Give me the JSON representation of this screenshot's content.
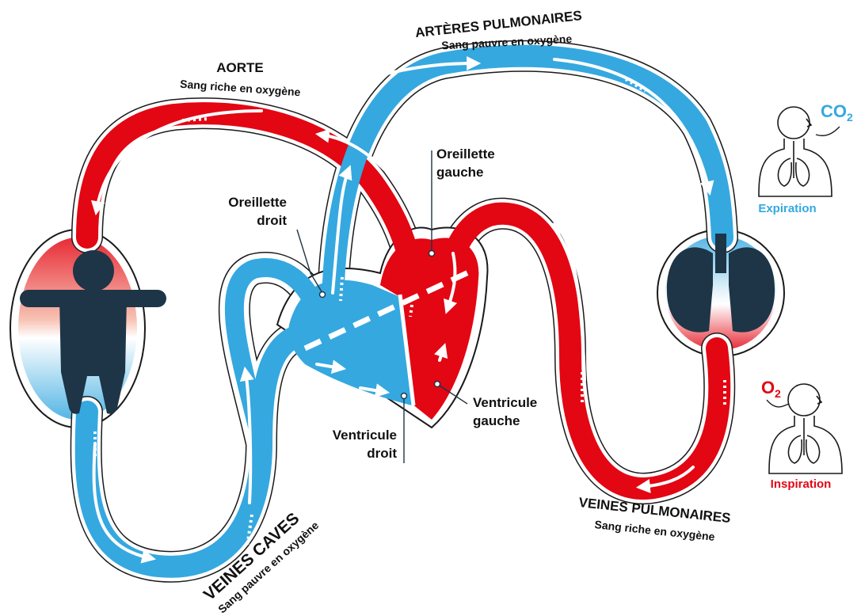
{
  "colors": {
    "oxygen_rich": "#e30613",
    "oxygen_poor": "#35a8e0",
    "dark": "#1d3547",
    "outline": "#1a1a1a"
  },
  "labels": {
    "aorte_title": "AORTE",
    "aorte_sub": "Sang riche en oxygène",
    "arteres_title": "ARTÈRES PULMONAIRES",
    "arteres_sub": "Sang pauvre en oxygène",
    "veines_caves_title": "VEINES CAVES",
    "veines_caves_sub": "Sang pauvre en oxygène",
    "veines_pulm_title": "VEINES PULMONAIRES",
    "veines_pulm_sub": "Sang riche en oxygène",
    "oreillette_droit": [
      "Oreillette",
      "droit"
    ],
    "oreillette_gauche": [
      "Oreillette",
      "gauche"
    ],
    "ventricule_droit": [
      "Ventricule",
      "droit"
    ],
    "ventricule_gauche": [
      "Ventricule",
      "gauche"
    ],
    "expiration": "Expiration",
    "inspiration": "Inspiration",
    "co2": "CO",
    "co2_sub": "2",
    "o2": "O",
    "o2_sub": "2"
  },
  "icons": [
    "body-silhouette-icon",
    "lungs-icon",
    "person-exhale-icon",
    "person-inhale-icon"
  ]
}
